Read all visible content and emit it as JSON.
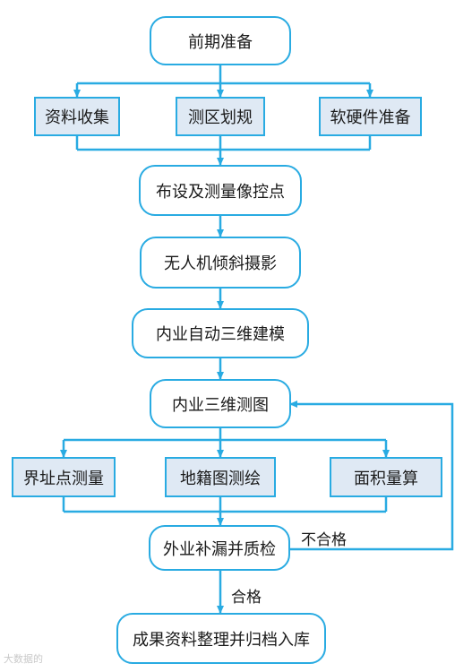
{
  "colors": {
    "stroke": "#29abe2",
    "box_fill": "#dfe9f4",
    "text": "#1a1a1a"
  },
  "nodes": {
    "prep": "前期准备",
    "collect": "资料收集",
    "planning": "测区划规",
    "hwsw": "软硬件准备",
    "gcp": "布设及测量像控点",
    "uav": "无人机倾斜摄影",
    "auto3d": "内业自动三维建模",
    "map3d": "内业三维测图",
    "boundary": "界址点测量",
    "cadastral": "地籍图测绘",
    "area": "面积量算",
    "field": "外业补漏并质检",
    "archive": "成果资料整理并归档入库"
  },
  "edge_labels": {
    "fail": "不合格",
    "pass": "合格"
  },
  "watermark": "大数据的"
}
